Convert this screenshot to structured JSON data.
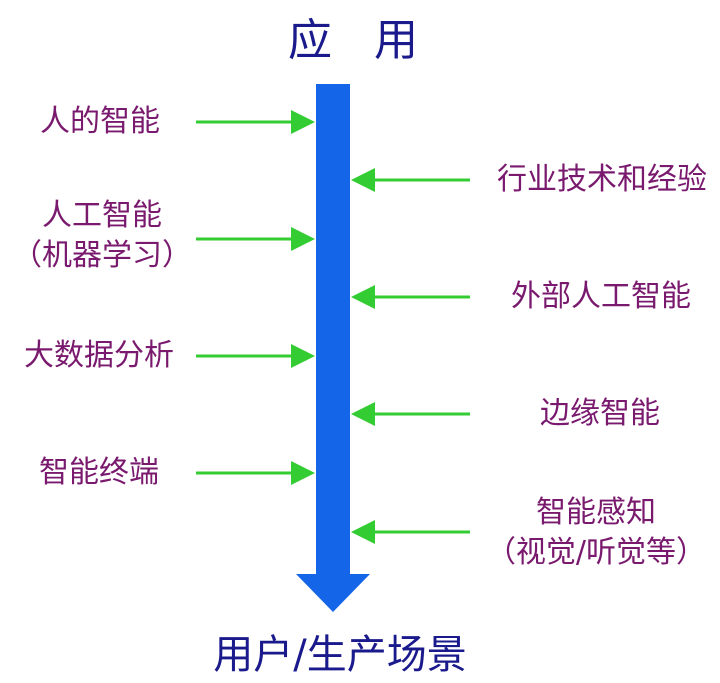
{
  "title": "应 用",
  "bottom_label": "用户/生产场景",
  "left_inputs": [
    {
      "lines": [
        "人的智能"
      ]
    },
    {
      "lines": [
        "人工智能",
        "（机器学习）"
      ]
    },
    {
      "lines": [
        "大数据分析"
      ]
    },
    {
      "lines": [
        "智能终端"
      ]
    }
  ],
  "right_inputs": [
    {
      "lines": [
        "行业技术和经验"
      ]
    },
    {
      "lines": [
        "外部人工智能"
      ]
    },
    {
      "lines": [
        "边缘智能"
      ]
    },
    {
      "lines": [
        "智能感知",
        "（视觉/听觉等）"
      ]
    }
  ],
  "colors": {
    "main_arrow": "#1565e8",
    "input_arrow": "#33cc33",
    "label_text": "#7a1a6e",
    "title_text": "#1a1a8c"
  }
}
